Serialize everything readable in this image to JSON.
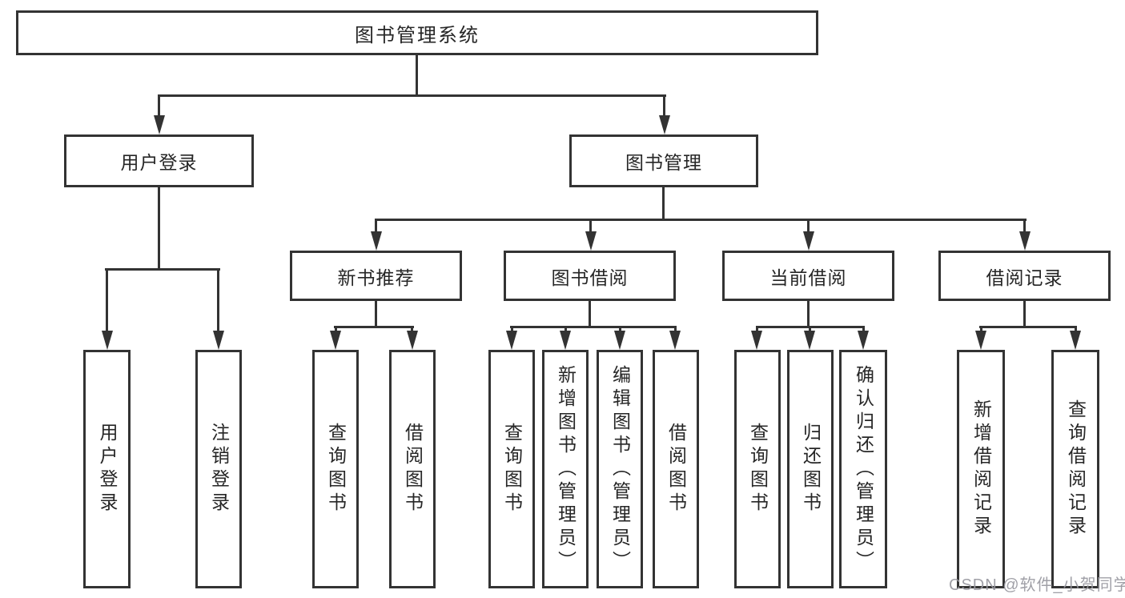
{
  "diagram": {
    "root": {
      "label": "图书管理系统"
    },
    "level1": [
      {
        "label": "用户登录"
      },
      {
        "label": "图书管理"
      }
    ],
    "level2": [
      {
        "label": "新书推荐"
      },
      {
        "label": "图书借阅"
      },
      {
        "label": "当前借阅"
      },
      {
        "label": "借阅记录"
      }
    ],
    "leaves": {
      "user_login": [
        "用户登录",
        "注销登录"
      ],
      "new_books": [
        "查询图书",
        "借阅图书"
      ],
      "book_borrow": [
        "查询图书",
        "新增图书（管理员）",
        "编辑图书（管理员）",
        "借阅图书"
      ],
      "current_borrow": [
        "查询图书",
        "归还图书",
        "确认归还（管理员）"
      ],
      "borrow_records": [
        "新增借阅记录",
        "查询借阅记录"
      ]
    },
    "watermark": "CSDN @软件_小贺同学",
    "colors": {
      "line": "#333333",
      "text": "#262626",
      "watermark_text": "#9898a0",
      "background": "#ffffff"
    }
  }
}
